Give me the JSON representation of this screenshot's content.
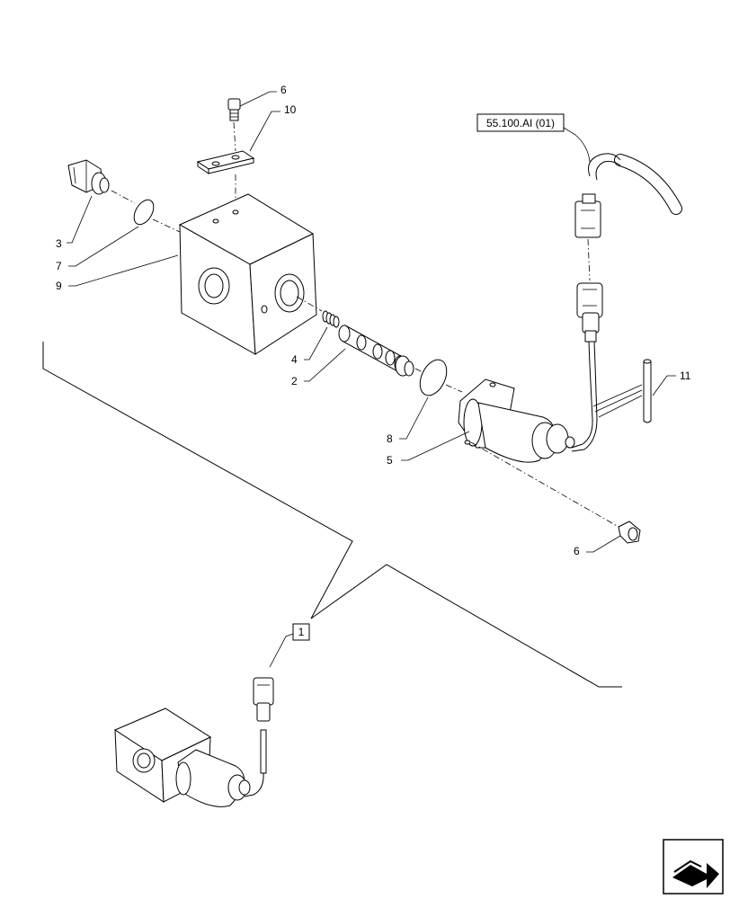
{
  "callouts": {
    "c6_top": "6",
    "c10": "10",
    "c3": "3",
    "c7": "7",
    "c9": "9",
    "c4": "4",
    "c2": "2",
    "c8": "8",
    "c5": "5",
    "c11": "11",
    "c6_bottom": "6"
  },
  "reference_box": "55.100.AI (01)",
  "detail_box": "1"
}
